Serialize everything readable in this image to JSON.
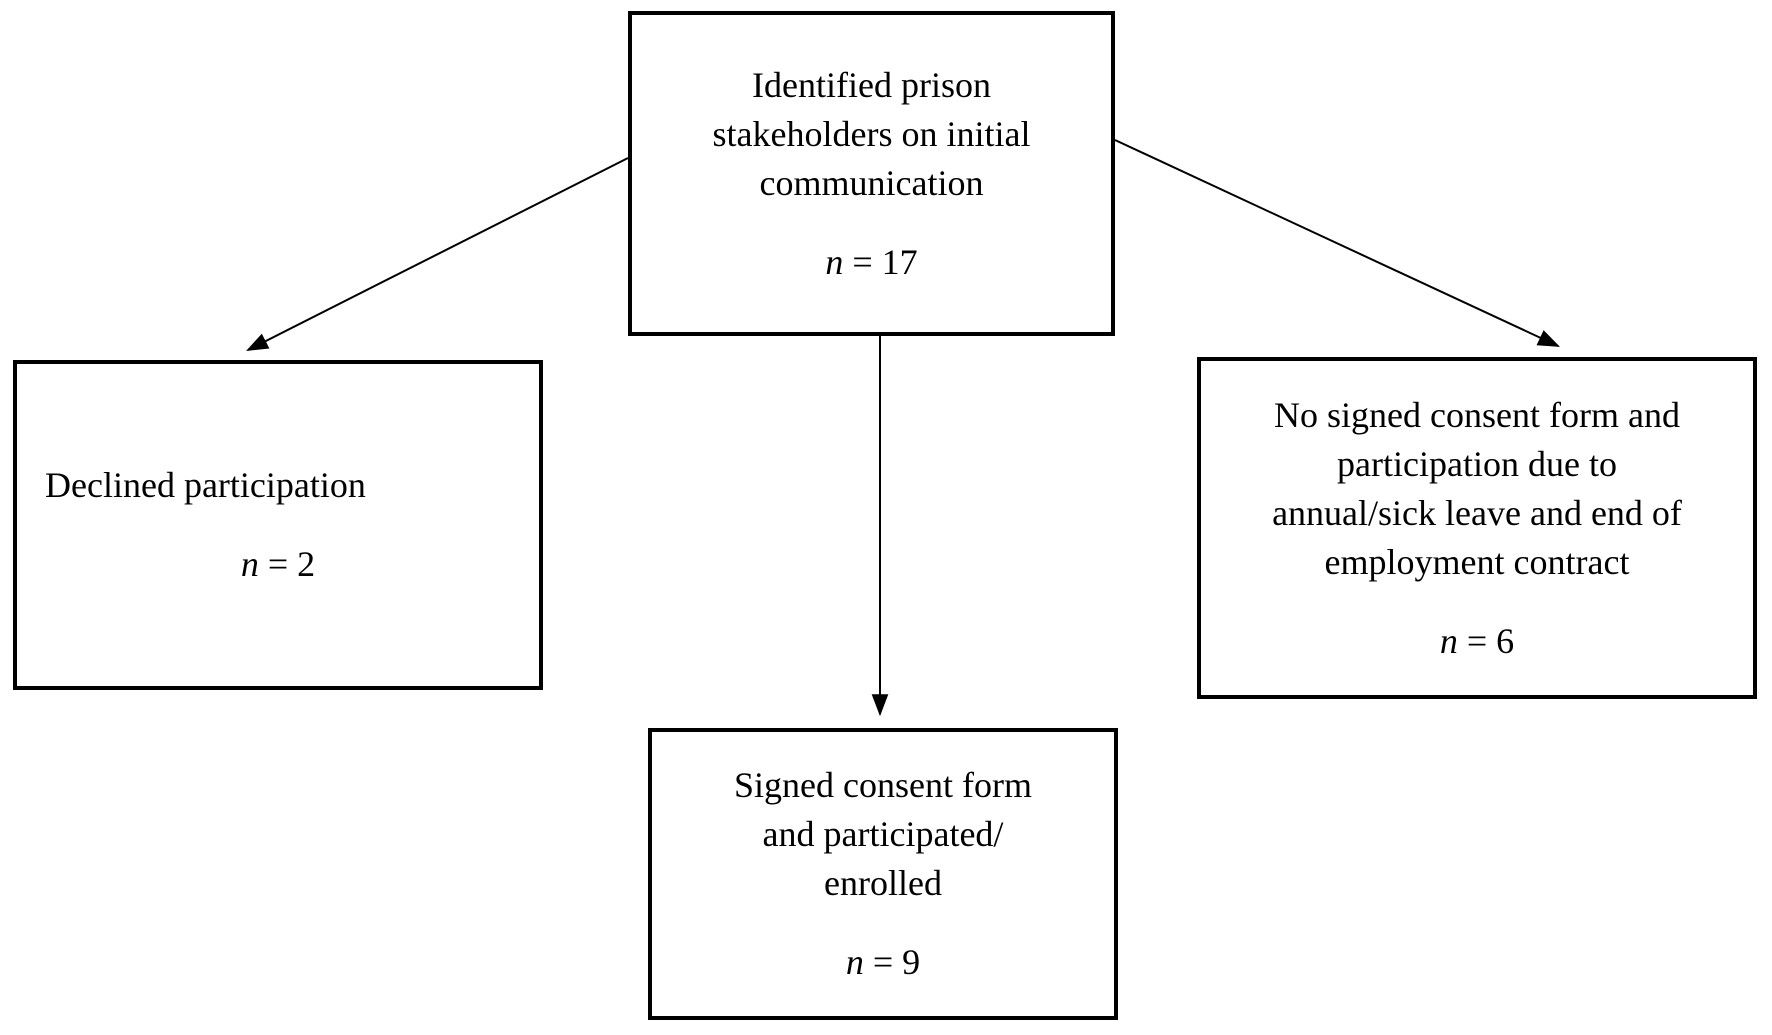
{
  "diagram": {
    "type": "flowchart",
    "colors": {
      "background": "#ffffff",
      "box_border": "#000000",
      "text": "#000000",
      "arrow": "#000000"
    },
    "nodes": [
      {
        "id": "identified-stakeholders",
        "lines": [
          "Identified prison",
          "stakeholders on initial",
          "communication"
        ],
        "count_var": "n",
        "count_rest": " = 17"
      },
      {
        "id": "declined-participation",
        "lines": [
          "Declined participation"
        ],
        "count_var": "n",
        "count_rest": " = 2"
      },
      {
        "id": "no-signed-consent",
        "lines": [
          "No signed consent form and",
          "participation due to",
          "annual/sick leave and end of",
          "employment contract"
        ],
        "count_var": "n",
        "count_rest": " = 6"
      },
      {
        "id": "enrolled",
        "lines": [
          "Signed consent form",
          "and participated/",
          "enrolled"
        ],
        "count_var": "n",
        "count_rest": " = 9"
      }
    ],
    "edges": [
      {
        "from": "identified-stakeholders",
        "to": "declined-participation"
      },
      {
        "from": "identified-stakeholders",
        "to": "no-signed-consent"
      },
      {
        "from": "identified-stakeholders",
        "to": "enrolled"
      }
    ]
  }
}
